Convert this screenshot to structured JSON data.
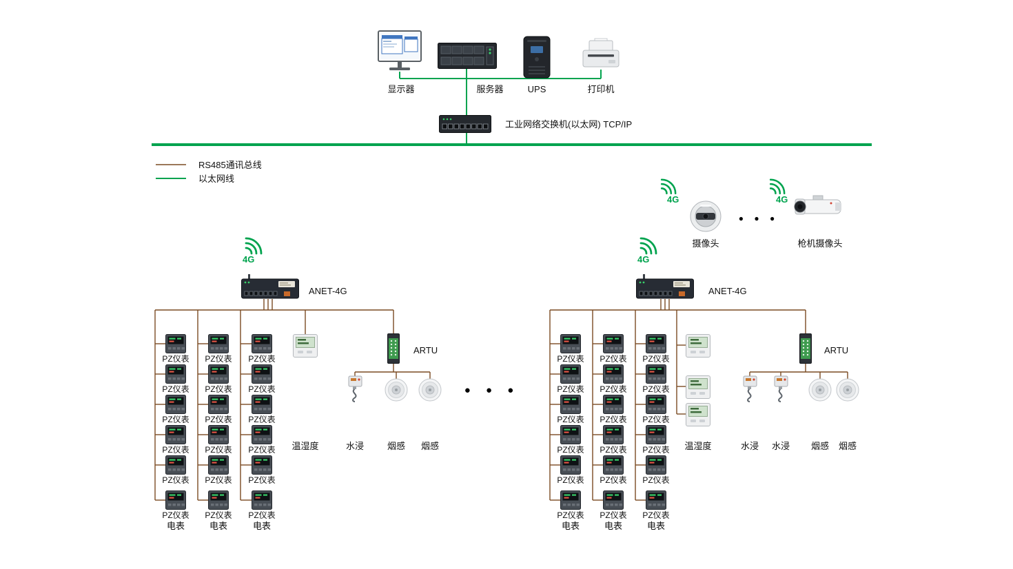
{
  "colors": {
    "rs485": "#7a4a21",
    "ethernet": "#00a34e",
    "accent_4g": "#00a34e"
  },
  "top_row": {
    "monitor_label": "显示器",
    "server_label": "服务器",
    "ups_label": "UPS",
    "printer_label": "打印机"
  },
  "switch": {
    "label": "工业网络交换机(以太网) TCP/IP"
  },
  "legend": {
    "rs485": "RS485通讯总线",
    "ethernet": "以太网线"
  },
  "gateway_left": {
    "label": "ANET-4G",
    "wifi": "4G"
  },
  "gateway_right": {
    "label": "ANET-4G",
    "wifi": "4G"
  },
  "cameras": {
    "dome_label": "摄像头",
    "bullet_label": "枪机摄像头",
    "wifi_dome": "4G",
    "wifi_bullet": "4G",
    "ellipsis": "● ● ●"
  },
  "meters": {
    "pz_label": "PZ仪表",
    "bottom_label": "电表",
    "left_columns": [
      6,
      6,
      6
    ],
    "right_columns": [
      6,
      6,
      6
    ]
  },
  "sensors_left": {
    "temp": "温湿度",
    "artu": "ARTU",
    "water": "水浸",
    "smoke1": "烟感",
    "smoke2": "烟感",
    "ellipsis": "● ● ●"
  },
  "sensors_right": {
    "temp": "温湿度",
    "artu": "ARTU",
    "water1": "水浸",
    "water2": "水浸",
    "smoke1": "烟感",
    "smoke2": "烟感"
  }
}
